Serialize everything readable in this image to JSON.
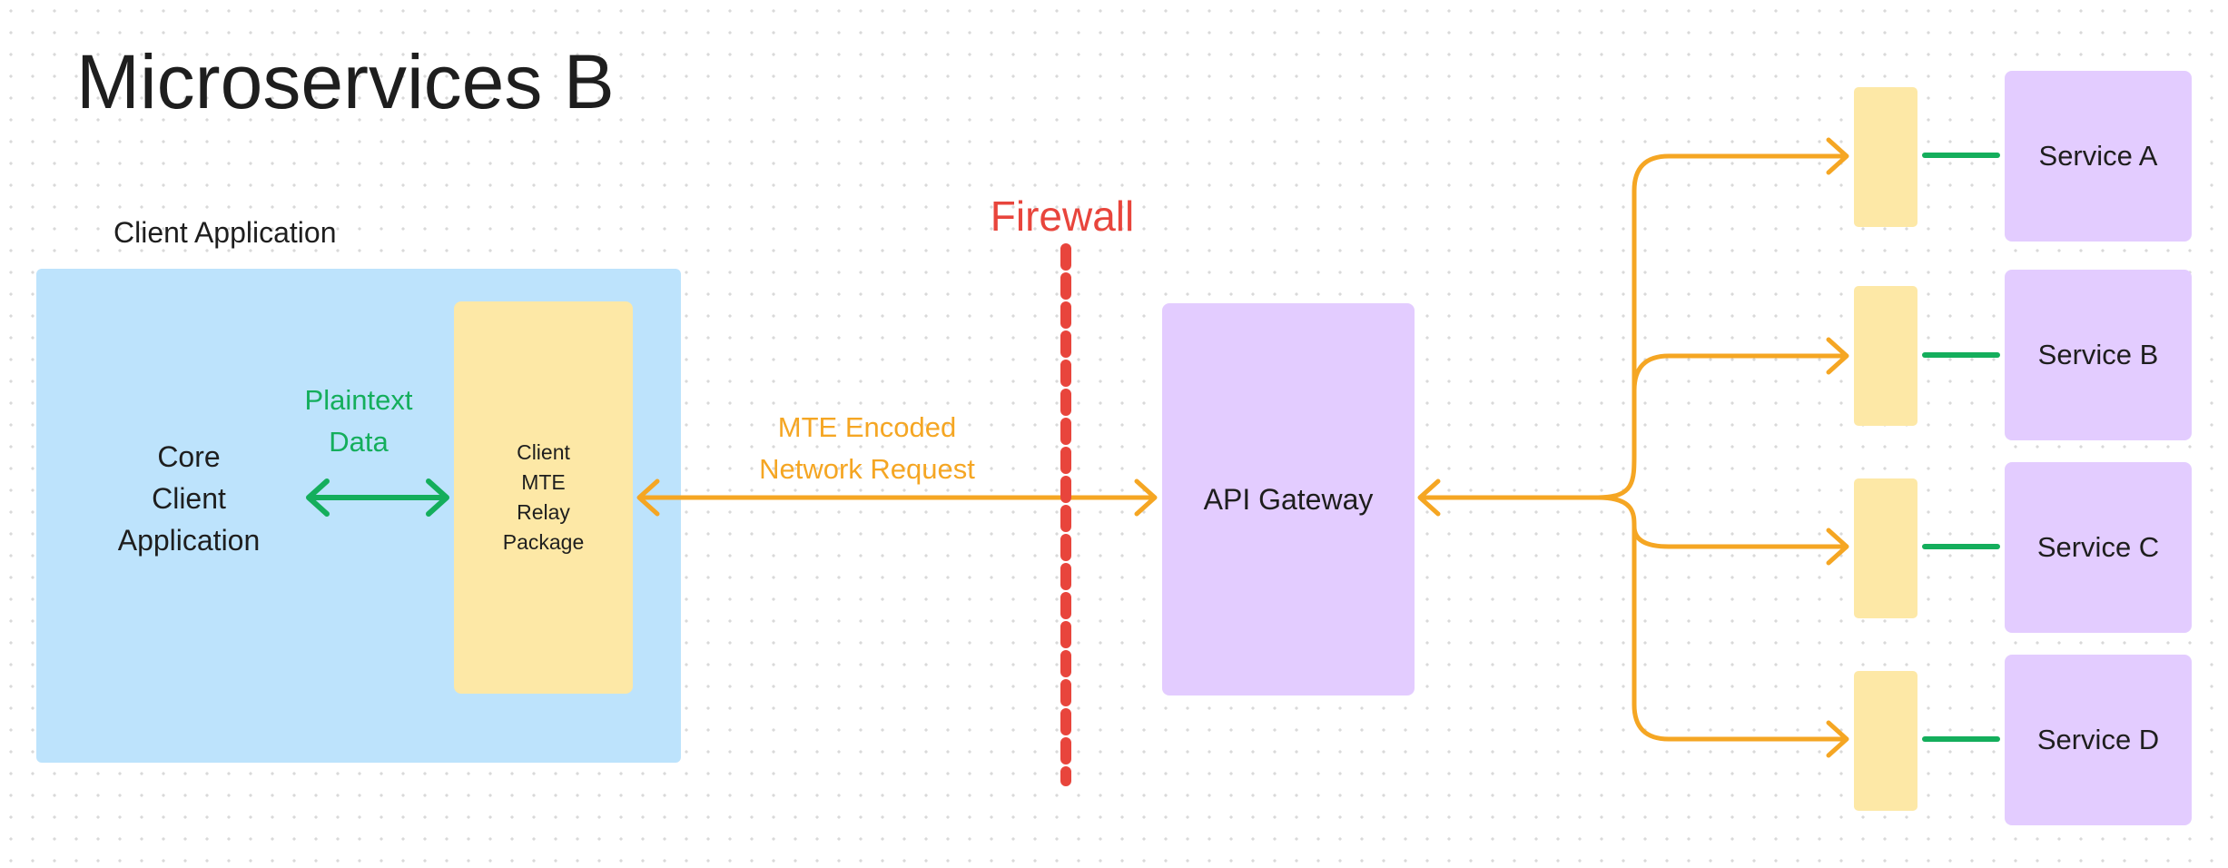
{
  "title": "Microservices B",
  "client": {
    "label": "Client Application",
    "core_text": "Core\nClient\nApplication",
    "relay_text": "Client\nMTE\nRelay\nPackage"
  },
  "plaintext_label": "Plaintext\nData",
  "network_label": "MTE Encoded\nNetwork Request",
  "firewall_label": "Firewall",
  "gateway_label": "API Gateway",
  "services": [
    {
      "label": "Service A"
    },
    {
      "label": "Service B"
    },
    {
      "label": "Service C"
    },
    {
      "label": "Service D"
    }
  ],
  "colors": {
    "client_box": "#bde3fc",
    "relay_box": "#fde8a6",
    "gateway_box": "#e3ccff",
    "plaintext_arrow": "#14ae5c",
    "network_arrow": "#f5a623",
    "firewall": "#e8453c"
  }
}
